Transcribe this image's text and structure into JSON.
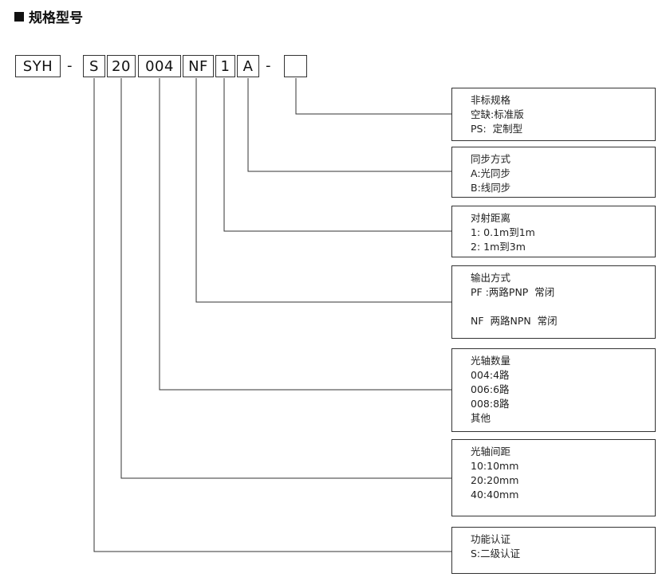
{
  "title": "规格型号",
  "code_segments": [
    {
      "id": "series",
      "text": "SYH"
    },
    {
      "id": "sep1",
      "text": "-"
    },
    {
      "id": "cert",
      "text": "S"
    },
    {
      "id": "pitch",
      "text": "20"
    },
    {
      "id": "count",
      "text": "004"
    },
    {
      "id": "output",
      "text": "NF"
    },
    {
      "id": "range",
      "text": "1"
    },
    {
      "id": "sync",
      "text": "A"
    },
    {
      "id": "sep2",
      "text": "-"
    },
    {
      "id": "custom",
      "text": ""
    }
  ],
  "boxes": [
    {
      "id": "custom",
      "lines": [
        "非标规格",
        "空缺:标准版",
        "PS:  定制型"
      ]
    },
    {
      "id": "sync",
      "lines": [
        "同步方式",
        "A:光同步",
        "B:线同步"
      ]
    },
    {
      "id": "range",
      "lines": [
        "对射距离",
        "1: 0.1m到1m",
        "2: 1m到3m"
      ]
    },
    {
      "id": "output",
      "lines": [
        "输出方式",
        "PF :两路PNP  常闭",
        "",
        "NF  两路NPN  常闭"
      ]
    },
    {
      "id": "count",
      "lines": [
        "光轴数量",
        "004:4路",
        "006:6路",
        "008:8路",
        "其他"
      ]
    },
    {
      "id": "pitch",
      "lines": [
        "光轴间距",
        "10:10mm",
        "20:20mm",
        "40:40mm"
      ]
    },
    {
      "id": "cert",
      "lines": [
        "功能认证",
        "S:二级认证"
      ]
    }
  ]
}
